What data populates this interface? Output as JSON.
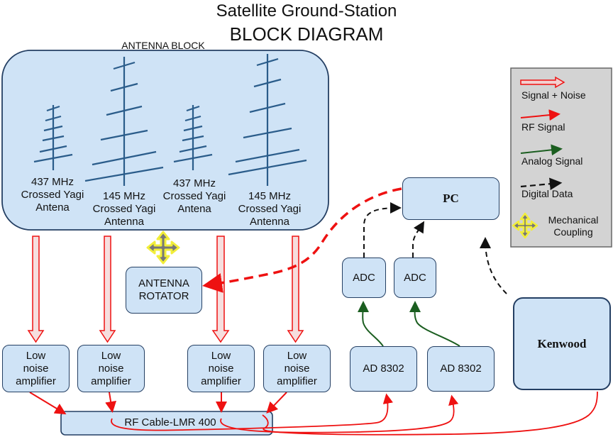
{
  "title": {
    "line1": "Satellite Ground-Station",
    "line2": "BLOCK DIAGRAM"
  },
  "antenna_block": {
    "label": "ANTENNA BLOCK",
    "antennas": [
      {
        "label": "437 MHz\nCrossed Yagi\nAntena"
      },
      {
        "label": "145 MHz\nCrossed Yagi\nAntenna"
      },
      {
        "label": "437 MHz\nCrossed Yagi\nAntena"
      },
      {
        "label": "145 MHz\nCrossed Yagi\nAntenna"
      }
    ]
  },
  "rotator": {
    "label": "ANTENNA\nROTATOR"
  },
  "lna": [
    {
      "label": "Low\nnoise\namplifier"
    },
    {
      "label": "Low\nnoise\namplifier"
    },
    {
      "label": "Low\nnoise\namplifier"
    },
    {
      "label": "Low\nnoise\namplifier"
    }
  ],
  "cable": {
    "label": "RF Cable-LMR 400"
  },
  "adc": [
    {
      "label": "ADC"
    },
    {
      "label": "ADC"
    }
  ],
  "ad8302": [
    {
      "label": "AD 8302"
    },
    {
      "label": "AD 8302"
    }
  ],
  "pc": {
    "label": "PC"
  },
  "kenwood": {
    "label": "Kenwood"
  },
  "legend": {
    "items": [
      {
        "label": "Signal + Noise",
        "icon": "hollow-red-arrow"
      },
      {
        "label": "RF Signal",
        "icon": "red-arrow"
      },
      {
        "label": "Analog Signal",
        "icon": "green-arrow"
      },
      {
        "label": "Digital Data",
        "icon": "dashed-black-arrow"
      },
      {
        "label": "Mechanical\nCoupling",
        "icon": "four-way-arrow"
      }
    ]
  },
  "colors": {
    "box_fill": "#cfe3f6",
    "box_stroke": "#243f63",
    "rf": "#ee1111",
    "analog": "#1b5e20",
    "digital": "#111111",
    "legend_bg": "#d3d3d3",
    "coupling_fill": "#777777",
    "coupling_stroke": "#f2ee3a"
  }
}
